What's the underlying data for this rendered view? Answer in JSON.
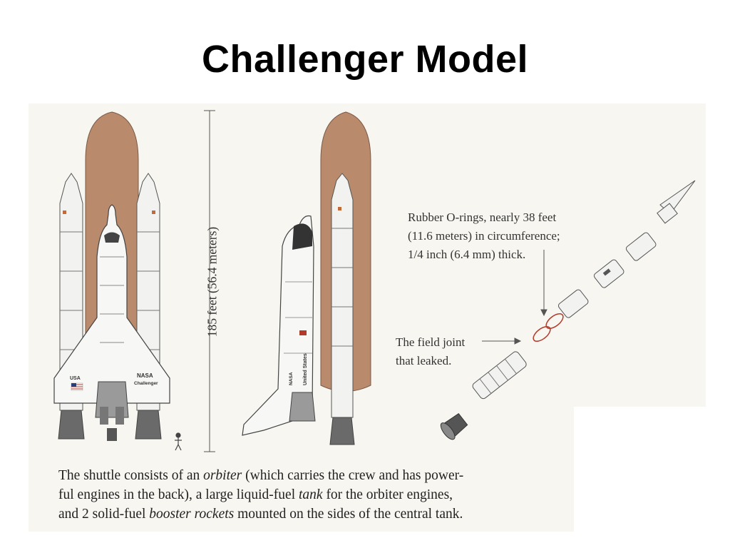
{
  "title": "Challenger Model",
  "figure": {
    "height_label": "185 feet (56.4 meters)",
    "orings_note": [
      "Rubber O-rings, nearly 38 feet",
      "(11.6 meters) in circumference;",
      "1/4 inch (6.4 mm) thick."
    ],
    "field_joint_note": [
      "The field joint",
      "that leaked."
    ],
    "shuttle_markings": {
      "usa": "USA",
      "nasa": "NASA",
      "name": "Challenger",
      "side": "United States"
    },
    "caption": {
      "line1_pre": "The shuttle consists of an ",
      "orbiter": "orbiter",
      "line1_post": " (which carries the crew and has power-",
      "line2_pre": "ful engines in the back), a large liquid-fuel ",
      "tank": "tank",
      "line2_post": " for the orbiter engines,",
      "line3_pre": "and 2 solid-fuel ",
      "boosters": "booster rockets",
      "line3_post": " mounted on the sides of the central tank."
    }
  },
  "colors": {
    "tank": "#b98a6c",
    "tank_dark": "#8f6a53",
    "shuttle": "#f4f4f2",
    "outline": "#555555",
    "nozzle": "#6a6a6a",
    "accent": "#b33a2a"
  }
}
